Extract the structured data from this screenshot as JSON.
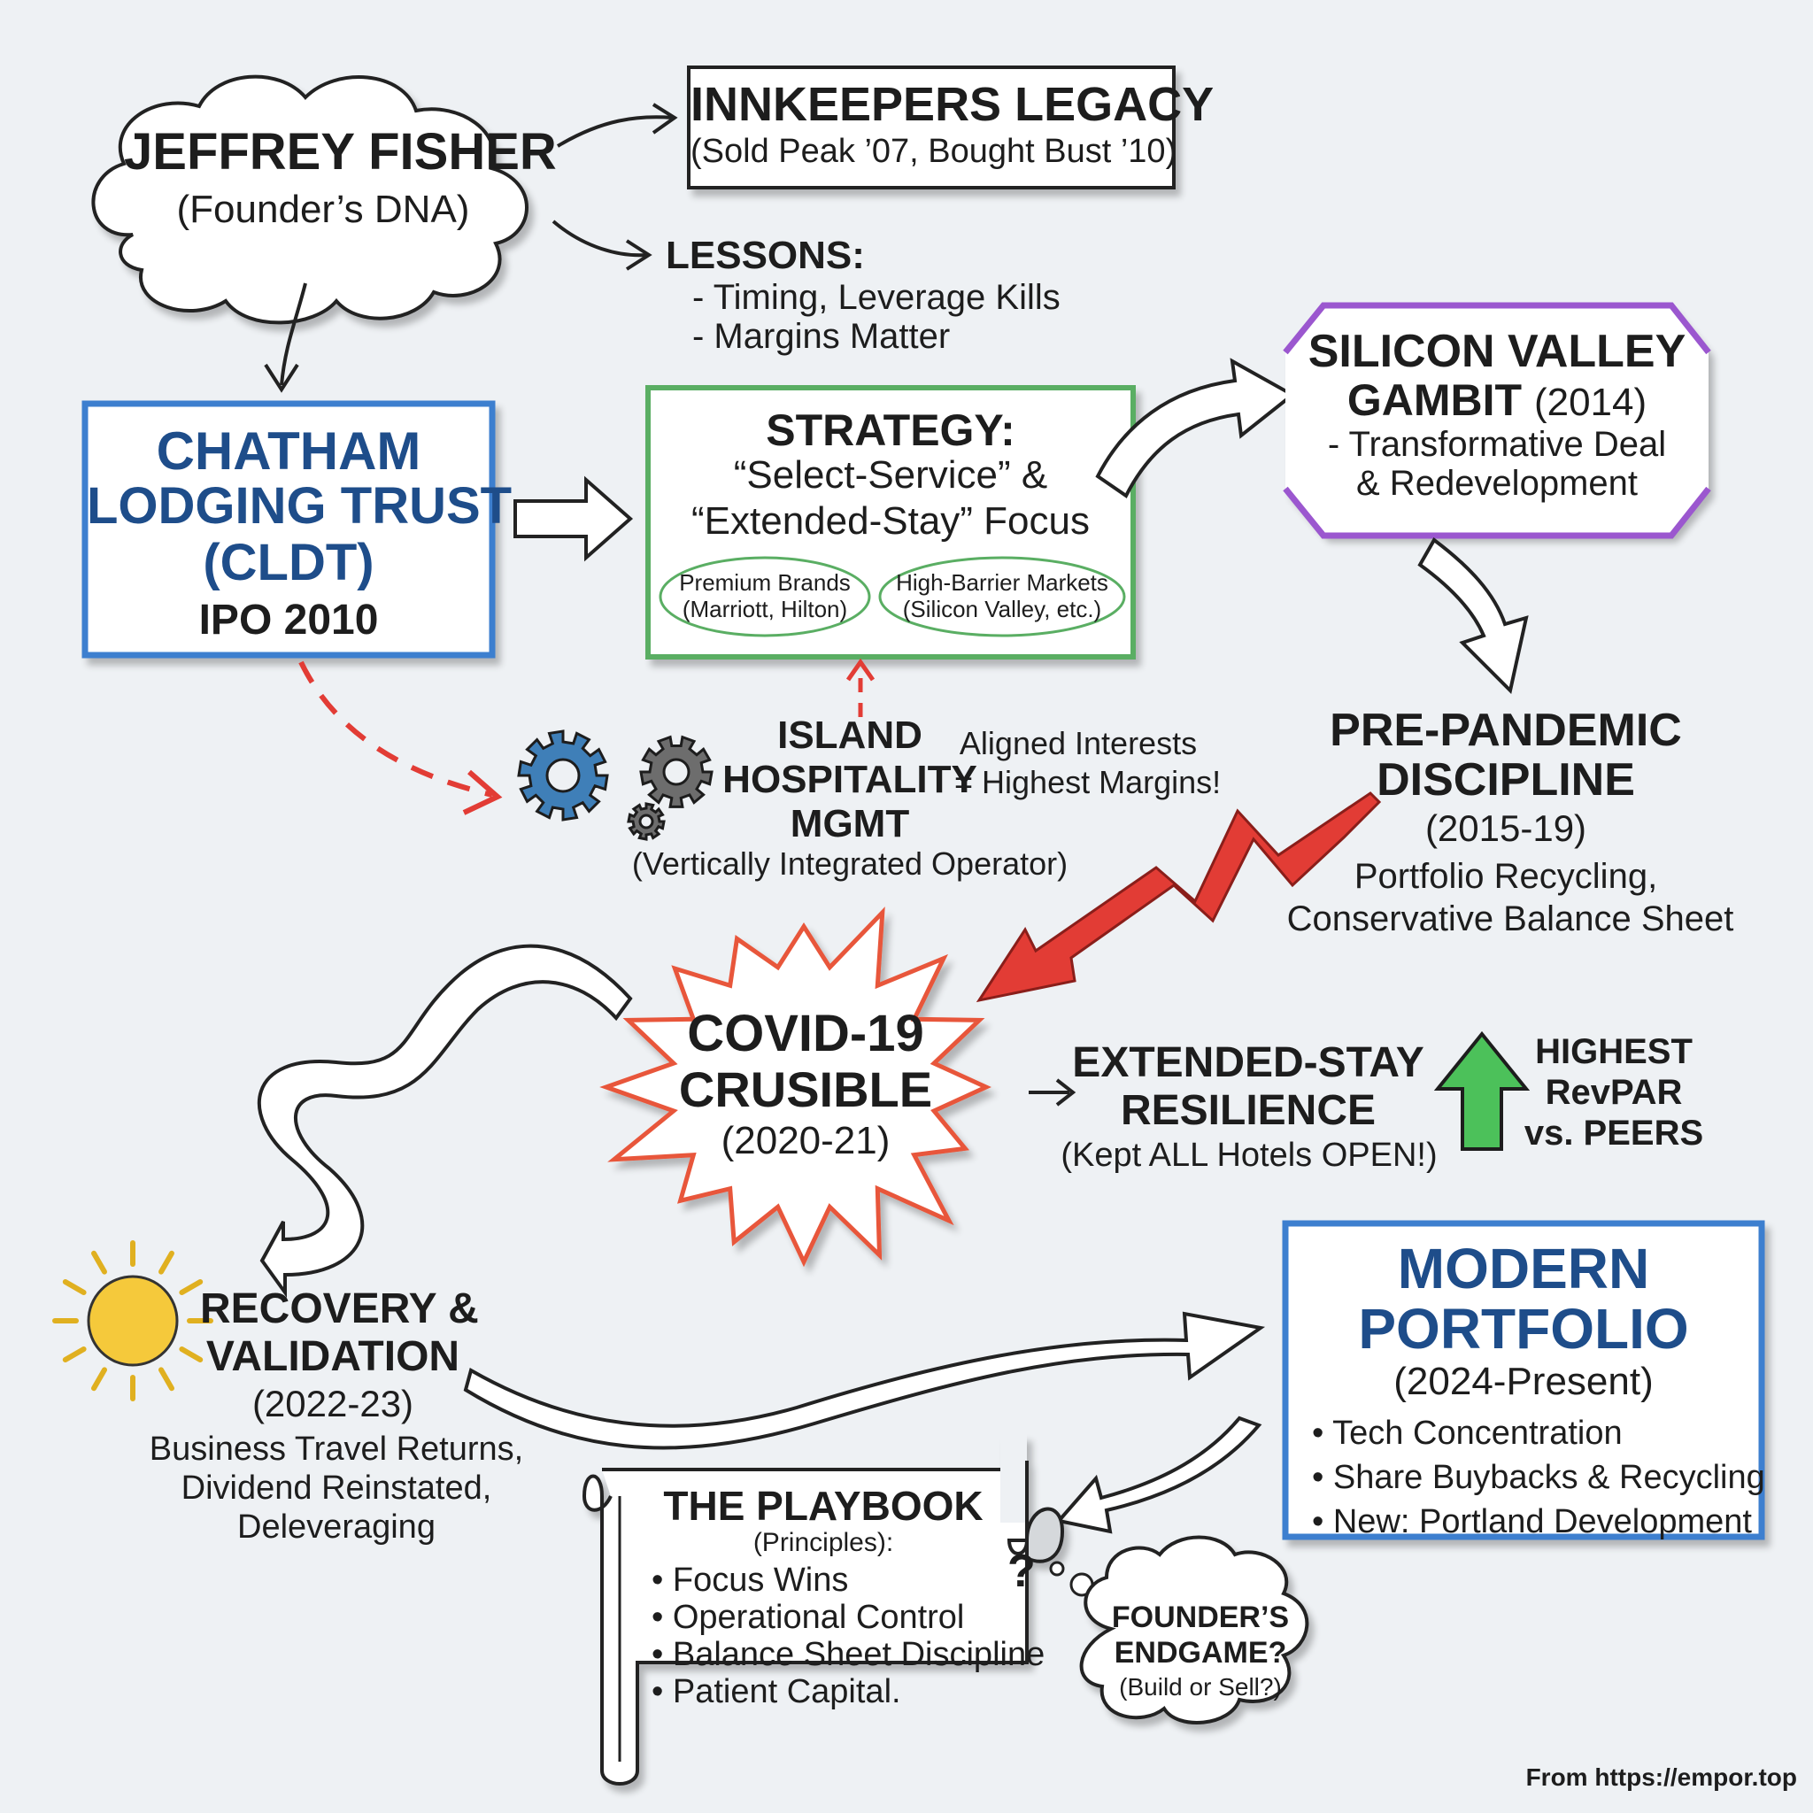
{
  "founder": {
    "title": "JEFFREY FISHER",
    "sub": "(Founder’s DNA)"
  },
  "legacy": {
    "title": "INNKEEPERS LEGACY",
    "sub": "(Sold Peak ’07, Bought Bust ’10)"
  },
  "lessons": {
    "title": "LESSONS:",
    "items": [
      "- Timing, Leverage Kills",
      "- Margins Matter"
    ]
  },
  "chatham": {
    "line1": "CHATHAM",
    "line2": "LODGING TRUST",
    "line3": "(CLDT)",
    "line4": "IPO 2010"
  },
  "strategy": {
    "title": "STRATEGY:",
    "line2": "“Select-Service” &",
    "line3": "“Extended-Stay” Focus",
    "bubble1_l1": "Premium Brands",
    "bubble1_l2": "(Marriott, Hilton)",
    "bubble2_l1": "High-Barrier Markets",
    "bubble2_l2": "(Silicon Valley, etc.)"
  },
  "silicon": {
    "line1": "SILICON VALLEY",
    "line2a": "GAMBIT",
    "line2b": "(2014)",
    "line3": "- Transformative Deal",
    "line4": "& Redevelopment"
  },
  "island": {
    "line1": "ISLAND",
    "line2": "HOSPITALITY",
    "line3": "MGMT",
    "line4": "(Vertically Integrated Operator)"
  },
  "aligned": {
    "line1": "Aligned Interests",
    "line2": "= Highest Margins!"
  },
  "prepandemic": {
    "line1": "PRE-PANDEMIC",
    "line2": "DISCIPLINE",
    "line3": "(2015-19)",
    "line4": "Portfolio Recycling,",
    "line5": "Conservative Balance Sheet"
  },
  "covid": {
    "line1": "COVID-19",
    "line2": "CRUSIBLE",
    "line3": "(2020-21)"
  },
  "extended": {
    "line1": "EXTENDED-STAY",
    "line2": "RESILIENCE",
    "line3": "(Kept ALL Hotels OPEN!)"
  },
  "highest": {
    "line1": "HIGHEST",
    "line2": "RevPAR",
    "line3": "vs. PEERS"
  },
  "recovery": {
    "line1": "RECOVERY &",
    "line2": "VALIDATION",
    "line3": "(2022-23)",
    "line4": "Business Travel Returns,",
    "line5": "Dividend Reinstated,",
    "line6": "Deleveraging"
  },
  "modern": {
    "line1": "MODERN",
    "line2": "PORTFOLIO",
    "line3": "(2024-Present)",
    "items": [
      "• Tech Concentration",
      "• Share Buybacks & Recycling",
      "• New: Portland Development"
    ]
  },
  "playbook": {
    "title": "THE PLAYBOOK",
    "sub": "(Principles):",
    "items": [
      "• Focus Wins",
      "• Operational Control",
      "• Balance Sheet Discipline",
      "• Patient Capital."
    ],
    "question": "?"
  },
  "endgame": {
    "line1": "FOUNDER’S",
    "line2": "ENDGAME?",
    "line3": "(Build or Sell?)"
  },
  "footer": "From https://empor.top",
  "colors": {
    "blue_box": "#3d7fcf",
    "green_box": "#5aae63",
    "purple": "#9b57cf",
    "red": "#e23c35",
    "orange_star": "#e8573a",
    "green_arrow": "#4cc15a",
    "sun": "#f5c93b",
    "gear_blue": "#3f7fb8",
    "gear_gray": "#6d6d6d"
  }
}
